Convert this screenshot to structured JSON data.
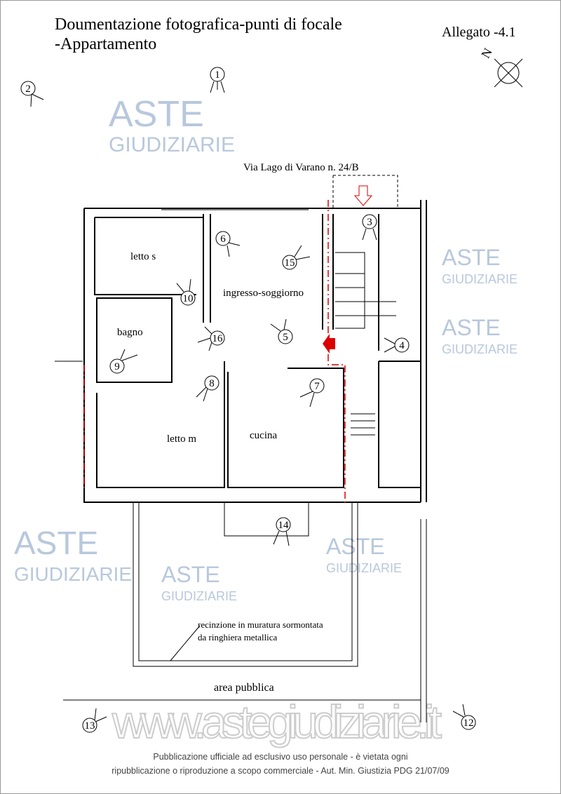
{
  "header": {
    "title_line1": "Doumentazione fotografica-punti di focale",
    "title_line2": "-Appartamento",
    "attachment": "Allegato -4.1",
    "north_label": "N"
  },
  "plan": {
    "street": "Via Lago di Varano n. 24/B",
    "rooms": {
      "letto_s": "letto s",
      "ingresso": "ingresso-soggiorno",
      "bagno": "bagno",
      "letto_m": "letto m",
      "cucina": "cucina"
    },
    "fence_note_line1": "recinzione in muratura sormontata",
    "fence_note_line2": "da ringhiera metallica",
    "public_area": "area pubblica",
    "markers": [
      "1",
      "2",
      "3",
      "4",
      "5",
      "6",
      "7",
      "8",
      "9",
      "10",
      "12",
      "13",
      "14",
      "15",
      "16"
    ]
  },
  "watermark": {
    "brand_top": "ASTE",
    "brand_bottom": "GIUDIZIARIE",
    "url": "www.astegiudiziarie.it"
  },
  "footer": {
    "line1": "Pubblicazione ufficiale ad esclusivo uso personale - è vietata ogni",
    "line2": "ripubblicazione o riproduzione a scopo commerciale - Aut. Min. Giustizia PDG 21/07/09"
  }
}
